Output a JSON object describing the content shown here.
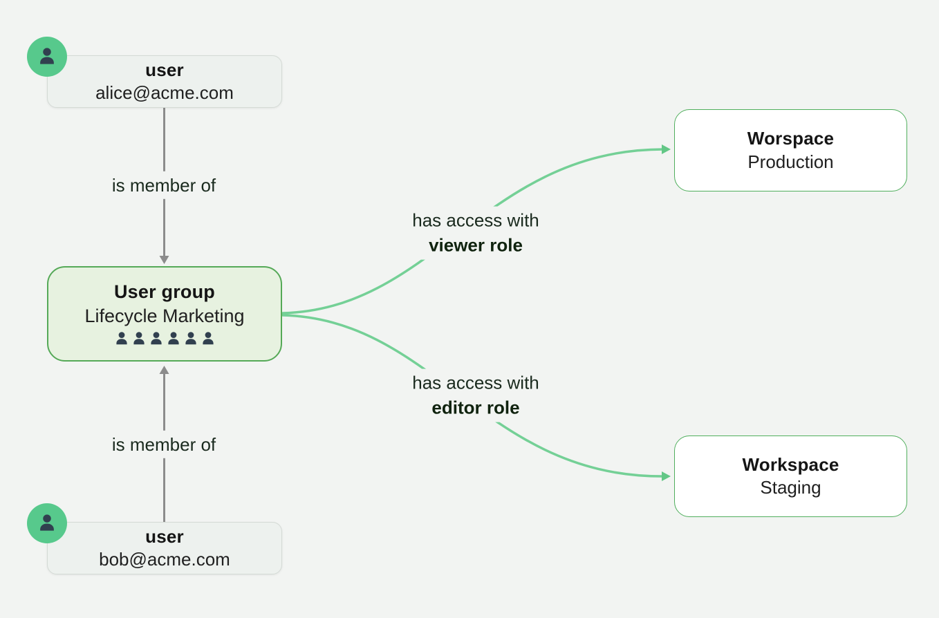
{
  "diagram": {
    "background": "#f2f4f2",
    "colors": {
      "accent_green": "#4fae5c",
      "light_green_fill": "#e7f2e0",
      "edge_green": "#74d096",
      "edge_gray": "#8c8c8c",
      "avatar_green": "#57c98c",
      "icon_navy": "#31404f",
      "node_gray_fill": "#edf1ee",
      "node_gray_border": "#d4dad5"
    },
    "nodes": {
      "alice": {
        "type_label": "user",
        "name": "alice@acme.com"
      },
      "bob": {
        "type_label": "user",
        "name": "bob@acme.com"
      },
      "group": {
        "type_label": "User group",
        "name": "Lifecycle Marketing",
        "member_count": 6
      },
      "production": {
        "type_label": "Worspace",
        "name": "Production"
      },
      "staging": {
        "type_label": "Workspace",
        "name": "Staging"
      }
    },
    "edges": {
      "alice_membership": {
        "label": "is member of"
      },
      "bob_membership": {
        "label": "is member of"
      },
      "viewer_access": {
        "line1": "has access with",
        "line2": "viewer role"
      },
      "editor_access": {
        "line1": "has access with",
        "line2": "editor role"
      }
    }
  }
}
